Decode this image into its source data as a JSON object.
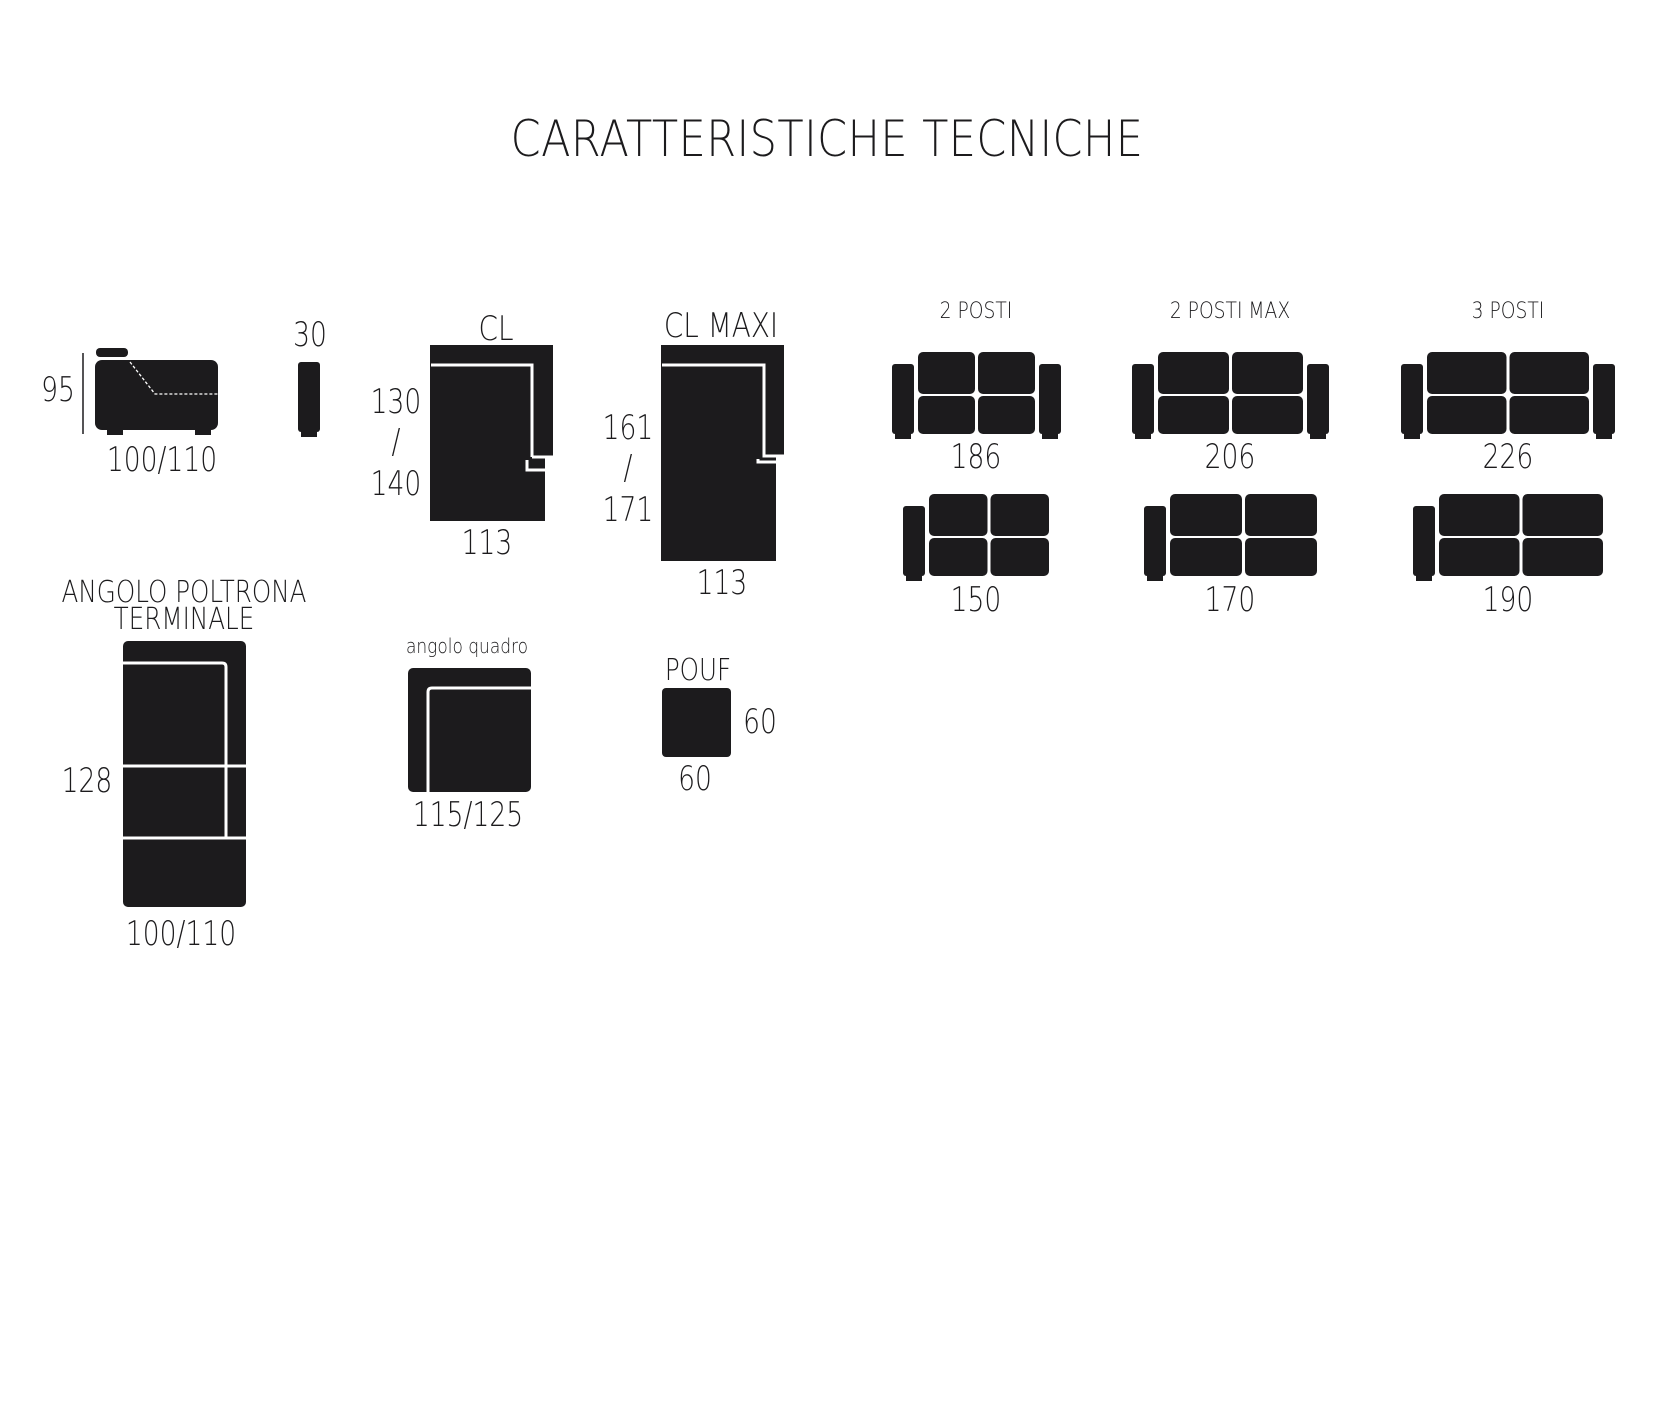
{
  "title": "CARATTERISTICHE TECNICHE",
  "colors": {
    "ink": "#1c1b1d",
    "background": "#ffffff"
  },
  "modules": {
    "poltrona_side": {
      "height": "95",
      "width": "100/110"
    },
    "bracciolo": {
      "width": "30"
    },
    "cl": {
      "label": "CL",
      "depth_a": "130",
      "slash": "/",
      "depth_b": "140",
      "width": "113"
    },
    "cl_maxi": {
      "label": "CL MAXI",
      "depth_a": "161",
      "slash": "/",
      "depth_b": "171",
      "width": "113"
    },
    "angolo_poltrona": {
      "label_line1": "ANGOLO POLTRONA",
      "label_line2": "TERMINALE",
      "depth": "128",
      "width": "100/110"
    },
    "angolo_quadro": {
      "label": "angolo quadro",
      "width": "115/125"
    },
    "pouf": {
      "label": "POUF",
      "depth": "60",
      "width": "60"
    }
  },
  "sofas": [
    {
      "label": "2 POSTI",
      "with_arms": "186",
      "one_arm": "150"
    },
    {
      "label": "2 POSTI MAX",
      "with_arms": "206",
      "one_arm": "170"
    },
    {
      "label": "3 POSTI",
      "with_arms": "226",
      "one_arm": "190"
    }
  ]
}
